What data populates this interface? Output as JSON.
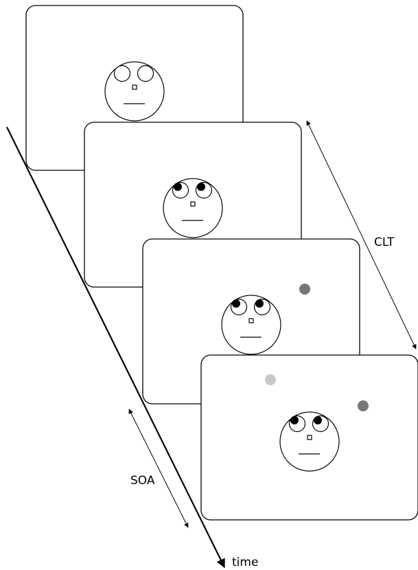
{
  "labels": {
    "time": "time",
    "soa": "SOA",
    "clt": "CLT"
  },
  "colors": {
    "line": "#000000",
    "background": "#ffffff",
    "target_dark": "#777777",
    "target_light": "#c8c8c8"
  },
  "frames": [
    {
      "gaze": "center",
      "targets": []
    },
    {
      "gaze": "up-left",
      "targets": []
    },
    {
      "gaze": "up-left",
      "targets": [
        "dark"
      ]
    },
    {
      "gaze": "up-left",
      "targets": [
        "light",
        "dark"
      ]
    }
  ]
}
